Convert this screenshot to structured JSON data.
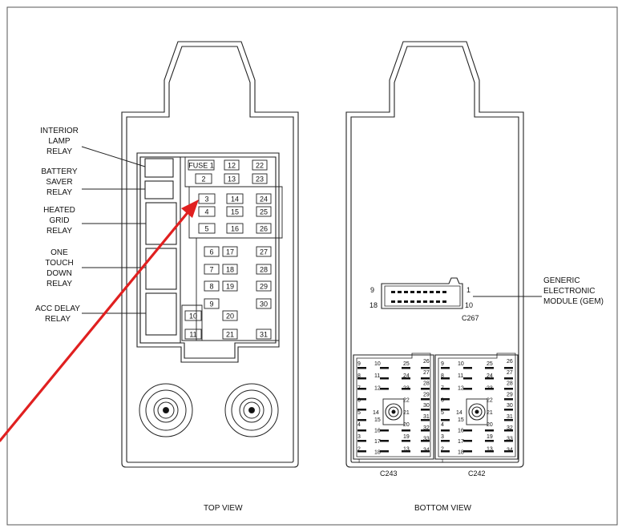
{
  "top_view": {
    "caption": "TOP VIEW",
    "relays": [
      {
        "id": "interior",
        "lines": [
          "INTERIOR",
          "LAMP",
          "RELAY"
        ]
      },
      {
        "id": "battery",
        "lines": [
          "BATTERY",
          "SAVER",
          "RELAY"
        ]
      },
      {
        "id": "heated",
        "lines": [
          "HEATED",
          "GRID",
          "RELAY"
        ]
      },
      {
        "id": "onetouch",
        "lines": [
          "ONE",
          "TOUCH",
          "DOWN",
          "RELAY"
        ]
      },
      {
        "id": "accdelay",
        "lines": [
          "ACC DELAY",
          "RELAY"
        ]
      }
    ],
    "fuses": [
      "FUSE 1",
      "2",
      "3",
      "4",
      "5",
      "6",
      "7",
      "8",
      "9",
      "10",
      "11",
      "12",
      "13",
      "14",
      "15",
      "16",
      "17",
      "18",
      "19",
      "20",
      "21",
      "22",
      "23",
      "24",
      "25",
      "26",
      "27",
      "28",
      "29",
      "30",
      "31"
    ]
  },
  "bottom_view": {
    "caption": "BOTTOM VIEW",
    "module_label": [
      "GENERIC",
      "ELECTRONIC",
      "MODULE (GEM)"
    ],
    "connector_c267": {
      "name": "C267",
      "pin_tl": "9",
      "pin_tr": "1",
      "pin_bl": "18",
      "pin_br": "10"
    },
    "connector_c243": {
      "name": "C243"
    },
    "connector_c242": {
      "name": "C242"
    },
    "pin_numbers": {
      "left_col": [
        "9",
        "8",
        "7",
        "6",
        "5",
        "4",
        "3",
        "2",
        "1"
      ],
      "mid_col": [
        "10",
        "11",
        "12",
        "",
        "",
        "",
        "15",
        "16",
        "17",
        "18"
      ],
      "right_col": [
        "25",
        "24",
        "23",
        "22",
        "21",
        "20",
        "19",
        "13"
      ],
      "far_col": [
        "26",
        "27",
        "28",
        "29",
        "30",
        "31",
        "32",
        "33",
        "34"
      ],
      "side_pin": "14"
    }
  },
  "annotation": {
    "color": "#e02020"
  }
}
